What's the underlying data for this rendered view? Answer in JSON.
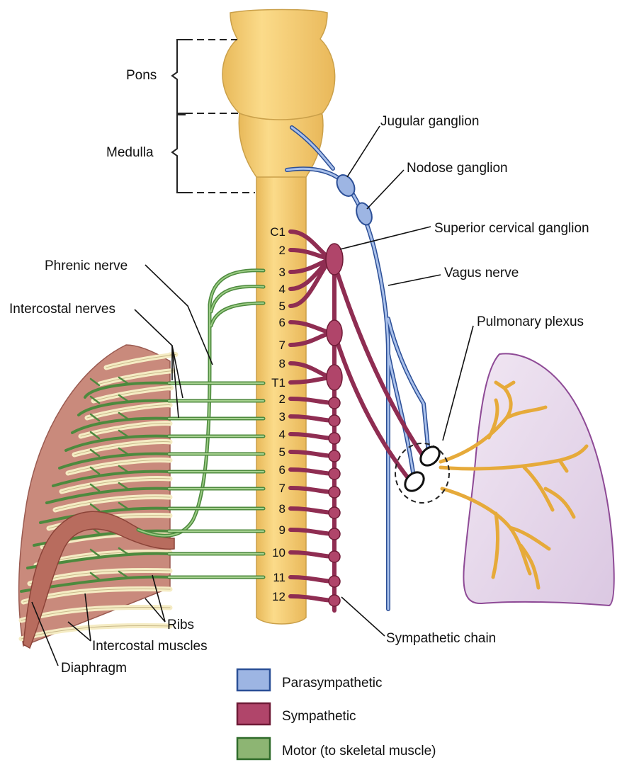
{
  "labels": {
    "pons": "Pons",
    "medulla": "Medulla",
    "jugular_ganglion": "Jugular ganglion",
    "nodose_ganglion": "Nodose ganglion",
    "superior_cervical_ganglion": "Superior cervical ganglion",
    "phrenic_nerve": "Phrenic nerve",
    "vagus_nerve": "Vagus nerve",
    "intercostal_nerves": "Intercostal nerves",
    "pulmonary_plexus": "Pulmonary plexus",
    "ribs": "Ribs",
    "intercostal_muscles": "Intercostal muscles",
    "diaphragm": "Diaphragm",
    "sympathetic_chain": "Sympathetic chain"
  },
  "segments": [
    "C1",
    "2",
    "3",
    "4",
    "5",
    "6",
    "7",
    "8",
    "T1",
    "2",
    "3",
    "4",
    "5",
    "6",
    "7",
    "8",
    "9",
    "10",
    "11",
    "12"
  ],
  "legend": [
    {
      "label": "Parasympathetic",
      "color": "#9db5e3",
      "border": "#2a4f96"
    },
    {
      "label": "Sympathetic",
      "color": "#b0456a",
      "border": "#6e1a36"
    },
    {
      "label": "Motor (to skeletal muscle)",
      "color": "#8db573",
      "border": "#2f6b2a"
    }
  ],
  "colors": {
    "parasympathetic": "#9db5e3",
    "sympathetic": "#b0456a",
    "motor": "#7fae68",
    "spinal_cord": "#f6cf76",
    "lung": "#e4d6ea",
    "airway": "#eab03e",
    "chest_wall": "#c8887a"
  }
}
